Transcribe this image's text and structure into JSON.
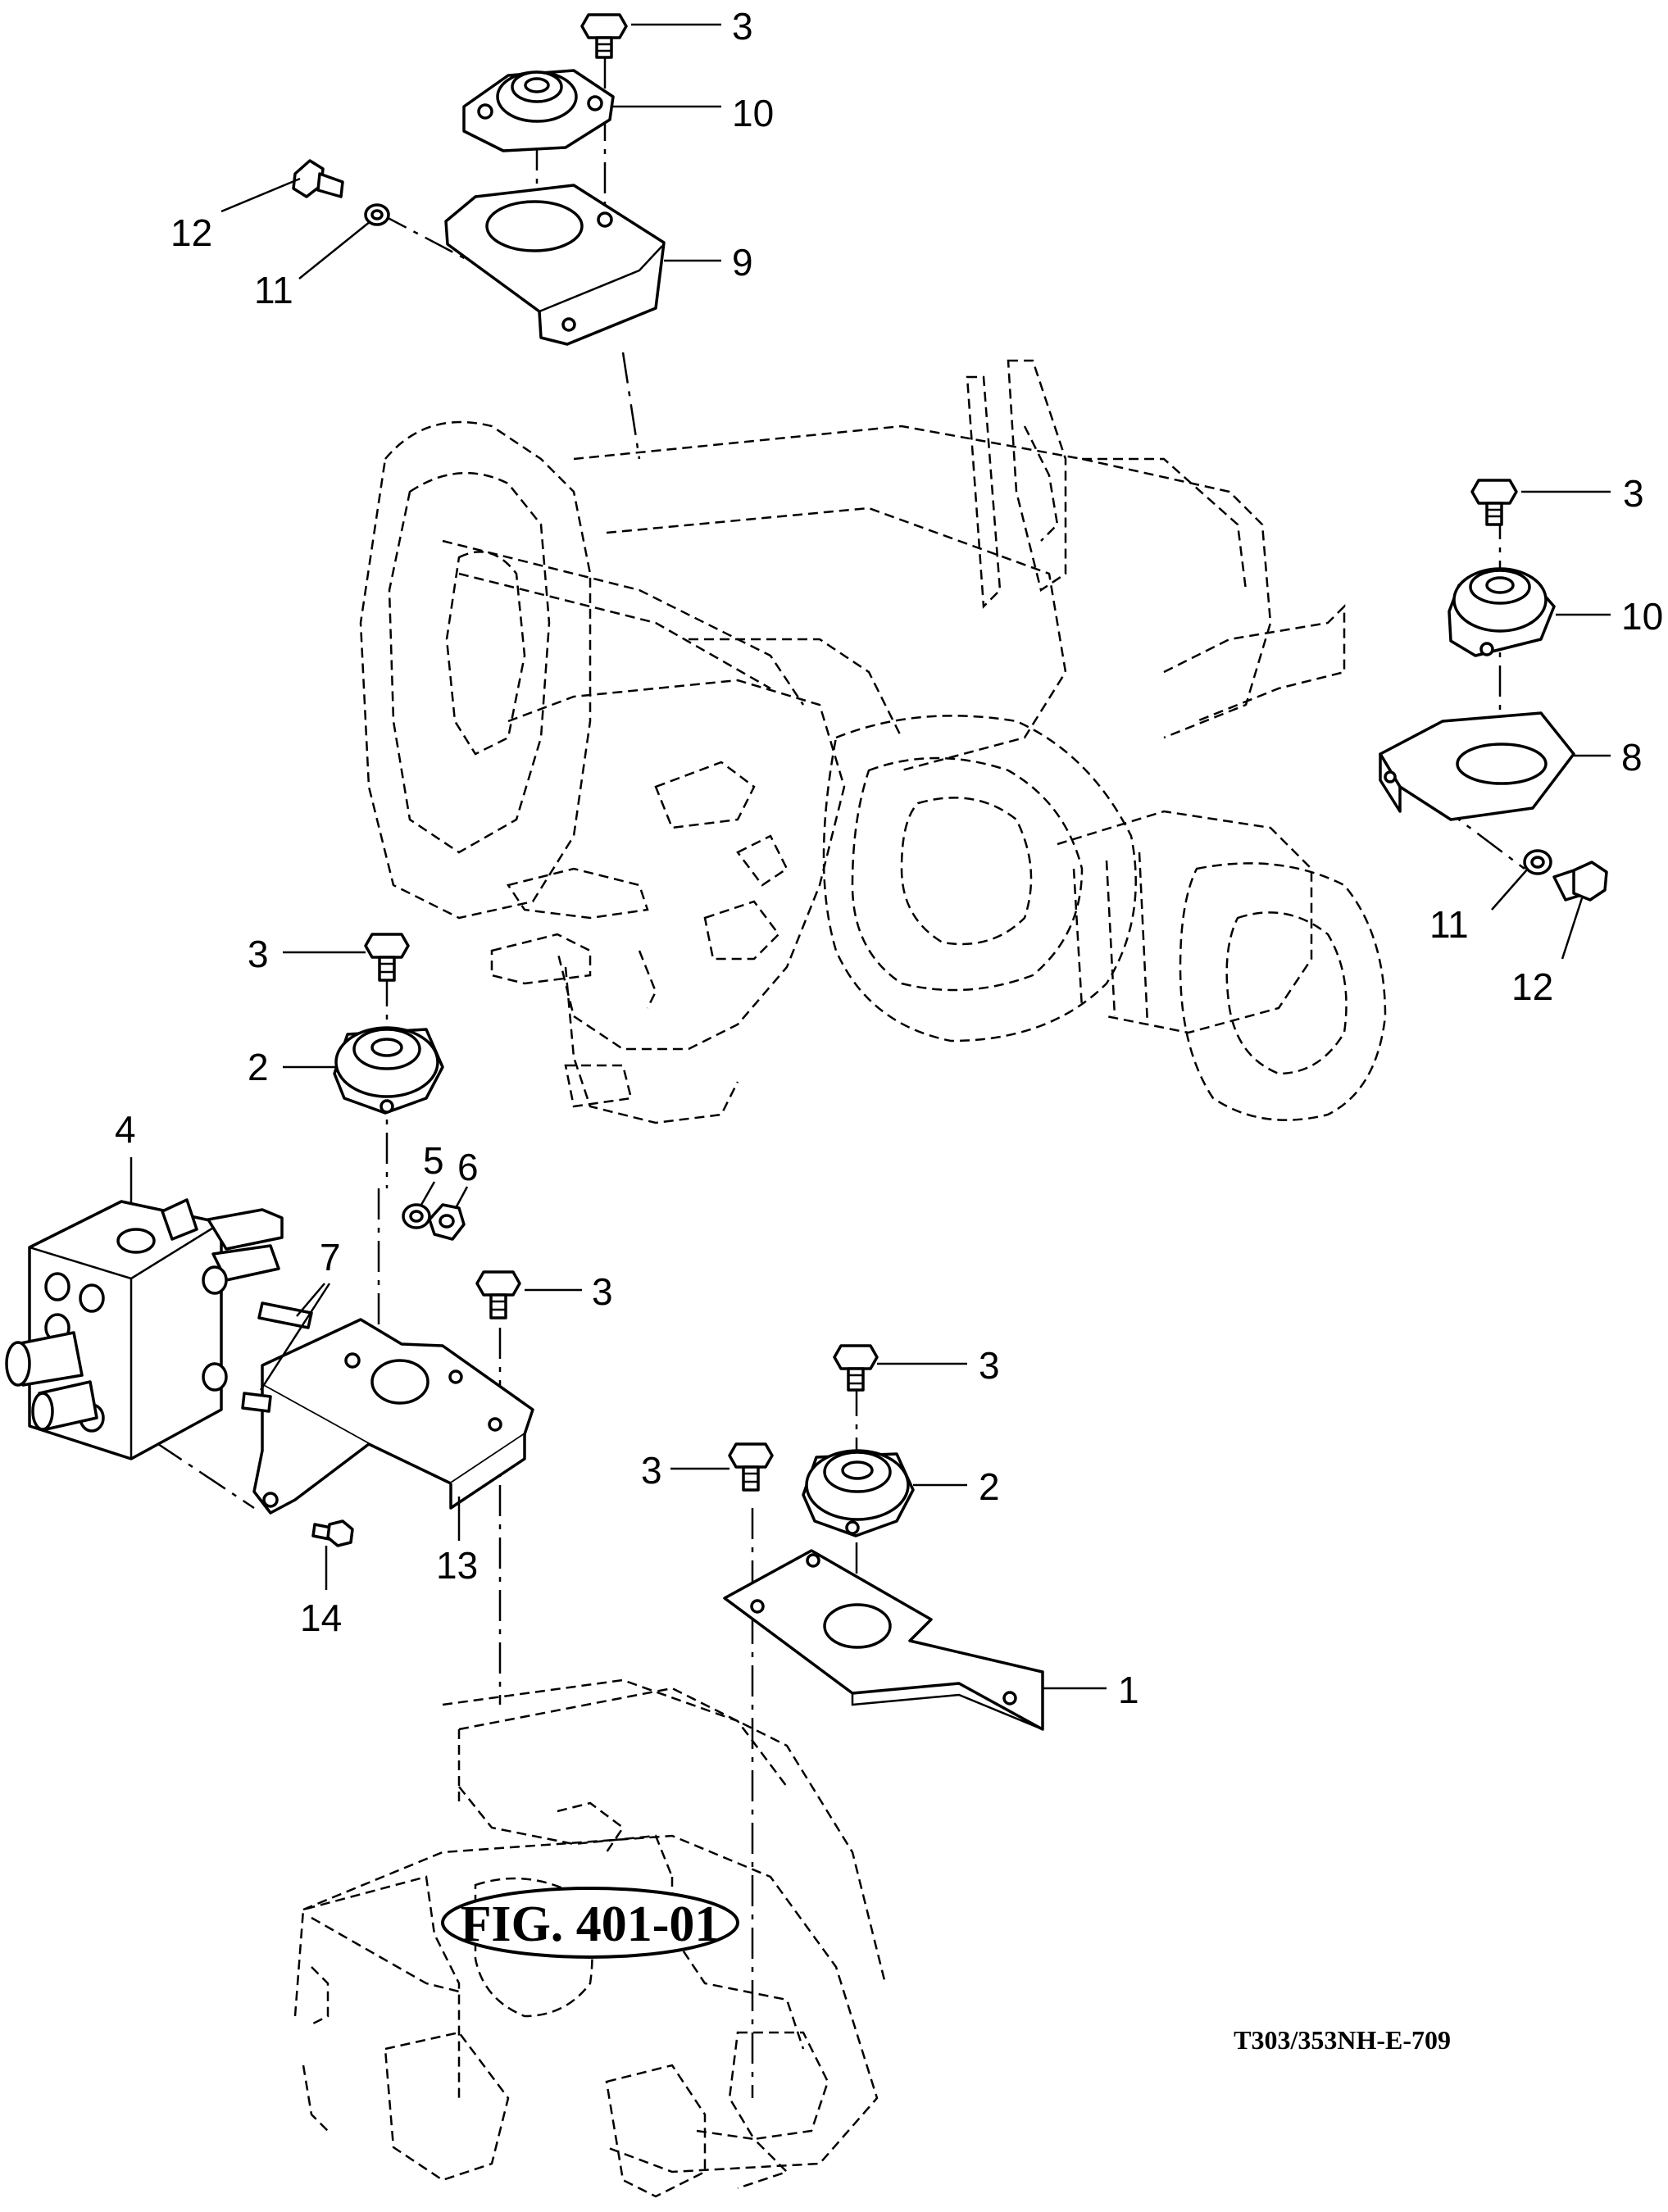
{
  "figure_label": "FIG. 401-01",
  "reference_code": "T303/353NH-E-709",
  "callouts": [
    {
      "id": "c3a",
      "text": "3"
    },
    {
      "id": "c10a",
      "text": "10"
    },
    {
      "id": "c12a",
      "text": "12"
    },
    {
      "id": "c11a",
      "text": "11"
    },
    {
      "id": "c9",
      "text": "9"
    },
    {
      "id": "c3b",
      "text": "3"
    },
    {
      "id": "c10b",
      "text": "10"
    },
    {
      "id": "c8",
      "text": "8"
    },
    {
      "id": "c11b",
      "text": "11"
    },
    {
      "id": "c12b",
      "text": "12"
    },
    {
      "id": "c3c",
      "text": "3"
    },
    {
      "id": "c2a",
      "text": "2"
    },
    {
      "id": "c4",
      "text": "4"
    },
    {
      "id": "c5",
      "text": "5"
    },
    {
      "id": "c6",
      "text": "6"
    },
    {
      "id": "c7",
      "text": "7"
    },
    {
      "id": "c3d",
      "text": "3"
    },
    {
      "id": "c3e",
      "text": "3"
    },
    {
      "id": "c3f",
      "text": "3"
    },
    {
      "id": "c2b",
      "text": "2"
    },
    {
      "id": "c13",
      "text": "13"
    },
    {
      "id": "c14",
      "text": "14"
    },
    {
      "id": "c1",
      "text": "1"
    }
  ]
}
